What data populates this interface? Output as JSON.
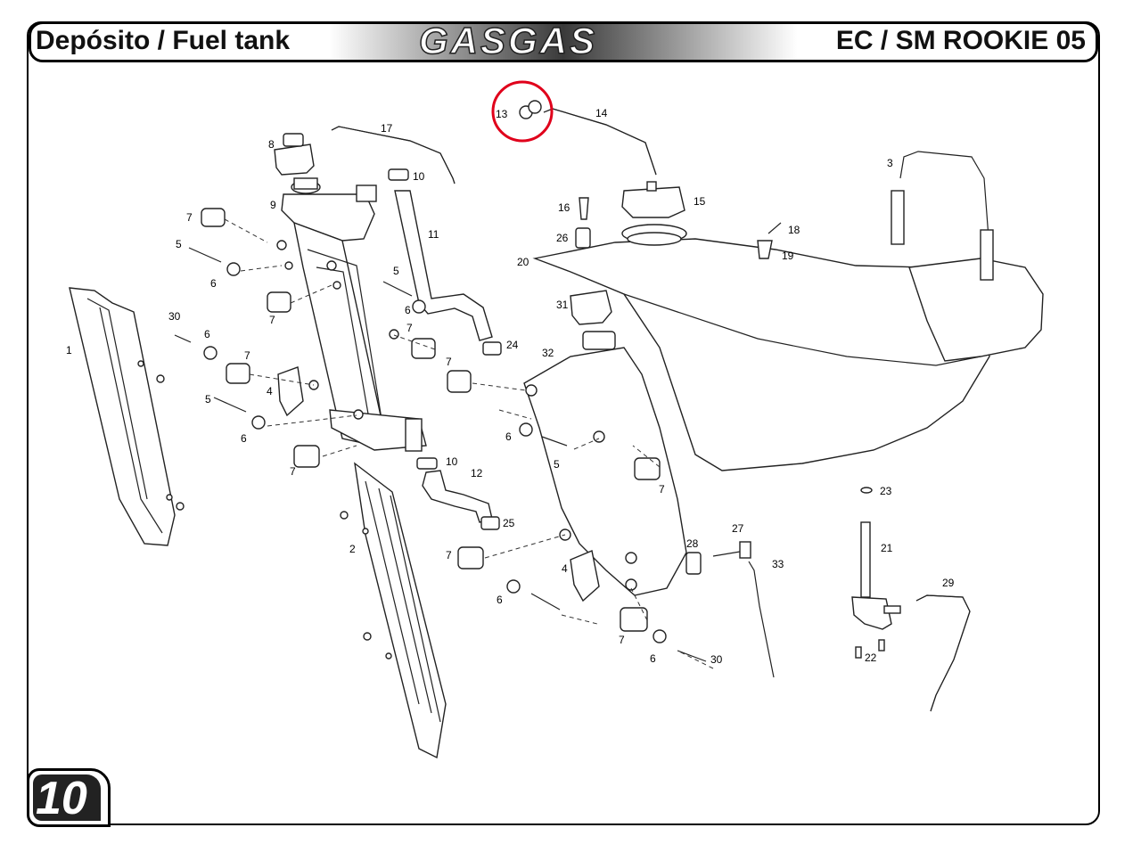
{
  "header": {
    "title_left": "Depósito / Fuel tank",
    "brand": "GASGAS",
    "title_right": "EC / SM ROOKIE 05"
  },
  "page_number": "10",
  "highlight_color": "#e0001b",
  "callouts": {
    "c1": "1",
    "c2": "2",
    "c3": "3",
    "c4a": "4",
    "c4b": "4",
    "c5a": "5",
    "c5b": "5",
    "c5c": "5",
    "c5d": "5",
    "c6a": "6",
    "c6b": "6",
    "c6c": "6",
    "c6d": "6",
    "c6e": "6",
    "c6f": "6",
    "c6g": "6",
    "c7a": "7",
    "c7b": "7",
    "c7c": "7",
    "c7d": "7",
    "c7e": "7",
    "c7f": "7",
    "c7g": "7",
    "c7h": "7",
    "c7i": "7",
    "c8": "8",
    "c9": "9",
    "c10a": "10",
    "c10b": "10",
    "c11": "11",
    "c12": "12",
    "c13": "13",
    "c14": "14",
    "c15": "15",
    "c16": "16",
    "c17": "17",
    "c18": "18",
    "c19": "19",
    "c20": "20",
    "c21": "21",
    "c22": "22",
    "c23": "23",
    "c24": "24",
    "c25": "25",
    "c26": "26",
    "c27": "27",
    "c28": "28",
    "c29": "29",
    "c30a": "30",
    "c30b": "30",
    "c31": "31",
    "c32": "32",
    "c33": "33"
  }
}
